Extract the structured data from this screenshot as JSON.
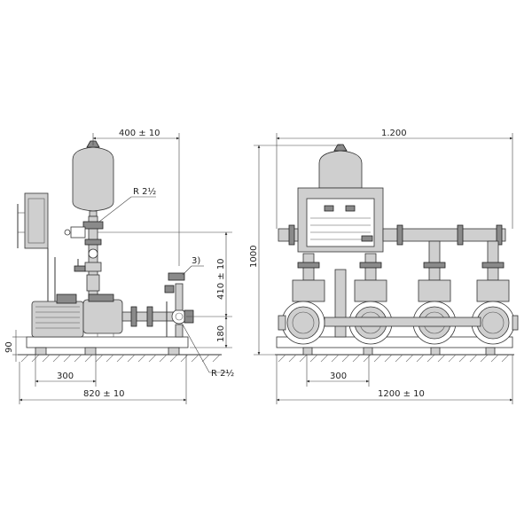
{
  "side_view": {
    "dim_tank_offset": "400 ± 10",
    "label_pipe_top": "R 2½",
    "note_marker": "3)",
    "dim_height_410": "410 ± 10",
    "dim_height_180": "180",
    "dim_base_90": "90",
    "dim_foot_300": "300",
    "dim_overall_820": "820 ± 10",
    "label_pipe_bottom": "R 2½"
  },
  "front_view": {
    "dim_width_top": "1.200",
    "dim_height_1000": "1000",
    "dim_foot_300": "300",
    "dim_overall_1200": "1200 ± 10"
  }
}
